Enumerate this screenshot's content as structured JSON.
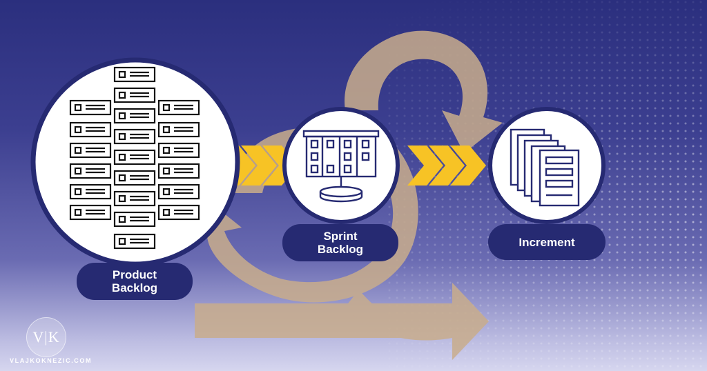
{
  "nodes": {
    "product_backlog": {
      "line1": "Product",
      "line2": "Backlog"
    },
    "sprint_backlog": {
      "line1": "Sprint",
      "line2": "Backlog"
    },
    "increment": {
      "label": "Increment"
    }
  },
  "branding": {
    "logo_text": "V|K",
    "site": "VLAJKOKNEZIC.COM"
  },
  "colors": {
    "background_top": "#2b2f7e",
    "background_bottom": "#d6d6ef",
    "circle_border": "#262a72",
    "circle_fill": "#ffffff",
    "label_pill": "#262a72",
    "chevrons": "#f7c325",
    "cycle_arrows": "#c9ad8c"
  },
  "icons": [
    "product-backlog-stack-icon",
    "sprint-board-icon",
    "increment-documents-icon",
    "chevron-arrows-icon",
    "scrum-cycle-arrow-icon"
  ]
}
